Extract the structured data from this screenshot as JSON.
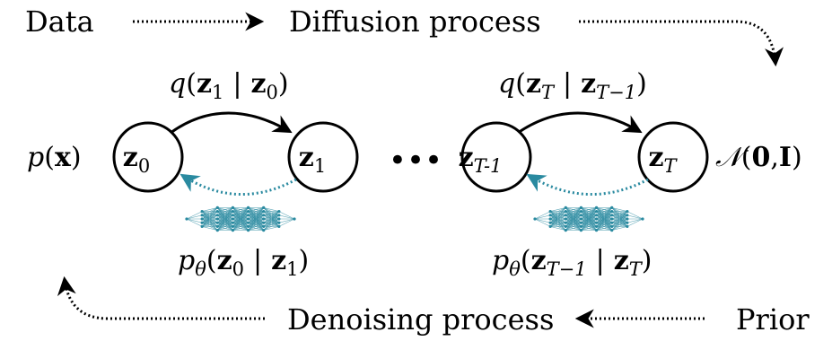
{
  "top_flow": {
    "start": "Data",
    "middle": "Diffusion process"
  },
  "bottom_flow": {
    "middle": "Denoising process",
    "start": "Prior"
  },
  "left_label": {
    "p": "p",
    "x": "x"
  },
  "right_label": {
    "N": "𝒩",
    "zero": "0",
    "I": "I"
  },
  "nodes": {
    "z0": {
      "base": "z",
      "sub": "0"
    },
    "z1": {
      "base": "z",
      "sub": "1"
    },
    "zTm1": {
      "base": "z",
      "sub": "T-1"
    },
    "zT": {
      "base": "z",
      "sub": "T"
    }
  },
  "ellipsis": "•••",
  "forward_labels": {
    "left": {
      "q": "q",
      "a": "z",
      "a_sub": "1",
      "bar": "|",
      "b": "z",
      "b_sub": "0"
    },
    "right": {
      "q": "q",
      "a": "z",
      "a_sub": "T",
      "bar": "|",
      "b": "z",
      "b_sub": "T−1"
    }
  },
  "reverse_labels": {
    "left": {
      "p": "p",
      "theta": "θ",
      "a": "z",
      "a_sub": "0",
      "bar": "|",
      "b": "z",
      "b_sub": "1"
    },
    "right": {
      "p": "p",
      "theta": "θ",
      "a": "z",
      "a_sub": "T−1",
      "bar": "|",
      "b": "z",
      "b_sub": "T"
    }
  },
  "colors": {
    "network": "#2a8aa0",
    "ink": "#000000"
  }
}
